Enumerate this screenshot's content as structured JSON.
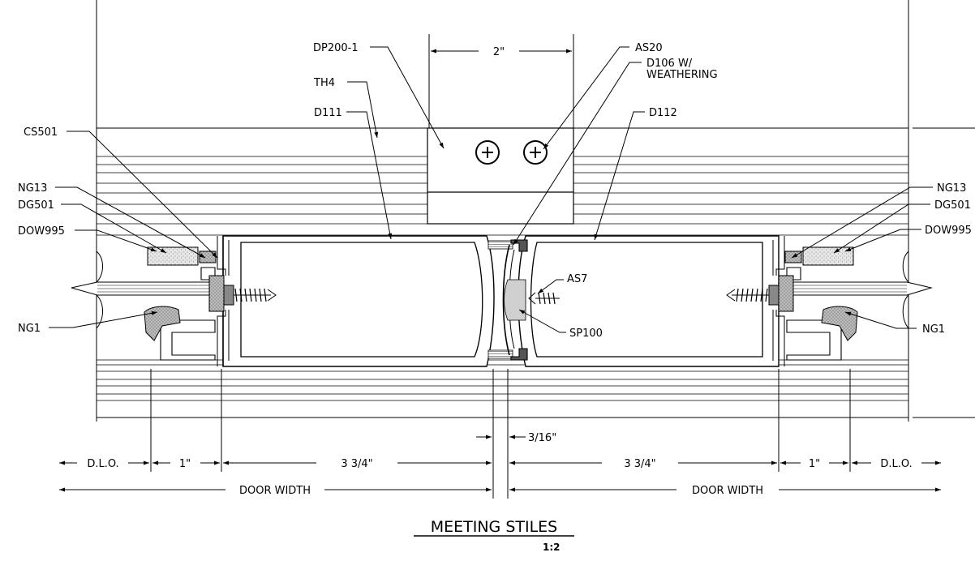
{
  "labels": {
    "dp200": "DP200-1",
    "th4": "TH4",
    "d111": "D111",
    "cs501": "CS501",
    "ng13_left": "NG13",
    "dg501_left": "DG501",
    "dow995_left": "DOW995",
    "ng1_left": "NG1",
    "as20": "AS20",
    "d106_line1": "D106 W/",
    "d106_line2": "WEATHERING",
    "d112": "D112",
    "ng13_right": "NG13",
    "dg501_right": "DG501",
    "dow995_right": "DOW995",
    "ng1_right": "NG1",
    "as7": "AS7",
    "sp100": "SP100"
  },
  "dimensions": {
    "top_width": "2\"",
    "gap": "3/16\"",
    "dlo_left": "D.L.O.",
    "one_left": "1\"",
    "stile_left": "3 3/4\"",
    "stile_right": "3 3/4\"",
    "one_right": "1\"",
    "dlo_right": "D.L.O.",
    "door_left": "DOOR WIDTH",
    "door_right": "DOOR WIDTH"
  },
  "title": {
    "name": "MEETING STILES",
    "scale": "1:2"
  }
}
